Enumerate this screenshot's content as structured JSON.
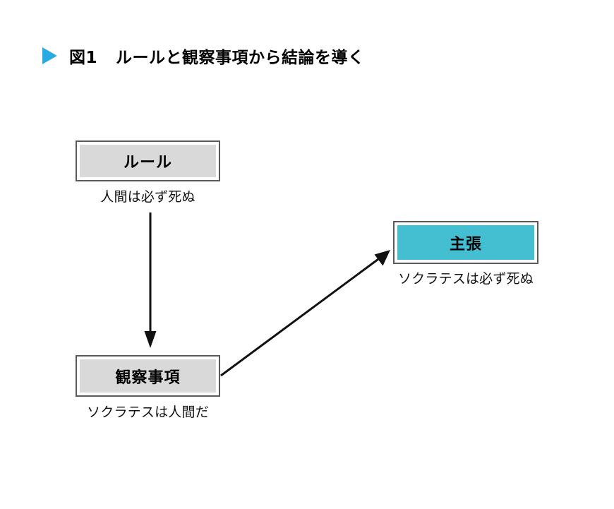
{
  "figure": {
    "title": {
      "marker_icon": "triangle-right-icon",
      "marker_color": "#29ABE2",
      "number": "図1",
      "text": "ルールと観察事項から結論を導く"
    },
    "background_color": "#FFFFFF",
    "nodes": [
      {
        "id": "rule",
        "label": "ルール",
        "caption": "人間は必ず死ぬ",
        "fill_color": "#D9D9D9",
        "border_color": "#5A5A5A"
      },
      {
        "id": "observation",
        "label": "観察事項",
        "caption": "ソクラテスは人間だ",
        "fill_color": "#D9D9D9",
        "border_color": "#5A5A5A"
      },
      {
        "id": "claim",
        "label": "主張",
        "caption": "ソクラテスは必ず死ぬ",
        "fill_color": "#44BFD2",
        "border_color": "#5A5A5A"
      }
    ],
    "arrows": [
      {
        "id": "rule-to-observation",
        "from": "rule",
        "to": "observation",
        "color": "#111111",
        "direction": "down"
      },
      {
        "id": "observation-to-claim",
        "from": "observation",
        "to": "claim",
        "color": "#111111",
        "direction": "up-right"
      }
    ]
  }
}
